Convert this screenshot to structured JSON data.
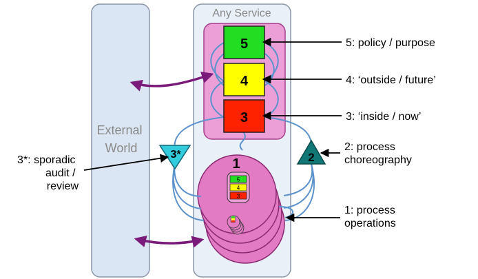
{
  "panels": {
    "external_world": "External\nWorld",
    "any_service": "Any Service"
  },
  "levels": {
    "l5": {
      "label": "5",
      "color": "#22dd22"
    },
    "l4": {
      "label": "4",
      "color": "#ffff00"
    },
    "l3": {
      "label": "3",
      "color": "#ff2200"
    },
    "l1": {
      "label": "1",
      "color": "#e27bc4"
    }
  },
  "markers": {
    "audit": {
      "label": "3*",
      "color": "#33ccdd"
    },
    "choreography": {
      "label": "2",
      "color": "#117777"
    }
  },
  "mini_stack": [
    "5",
    "4",
    "3"
  ],
  "annotations": {
    "policy": "5: policy / purpose",
    "outside_future": "4: ‘outside / future’",
    "inside_now": "3: ‘inside / now’",
    "process_choreography": "2: process\nchoreography",
    "sporadic_audit": "3*: sporadic\naudit /\nreview",
    "process_operations": "1: process\noperations"
  },
  "colors": {
    "panel_fill": "#dbe6f4",
    "panel_stroke": "#8a96a8",
    "service_fill": "#eaf0f8",
    "upper_box": "#ec9fd6",
    "connector": "#5b92cc",
    "arrow_purple": "#7a1a7a"
  }
}
